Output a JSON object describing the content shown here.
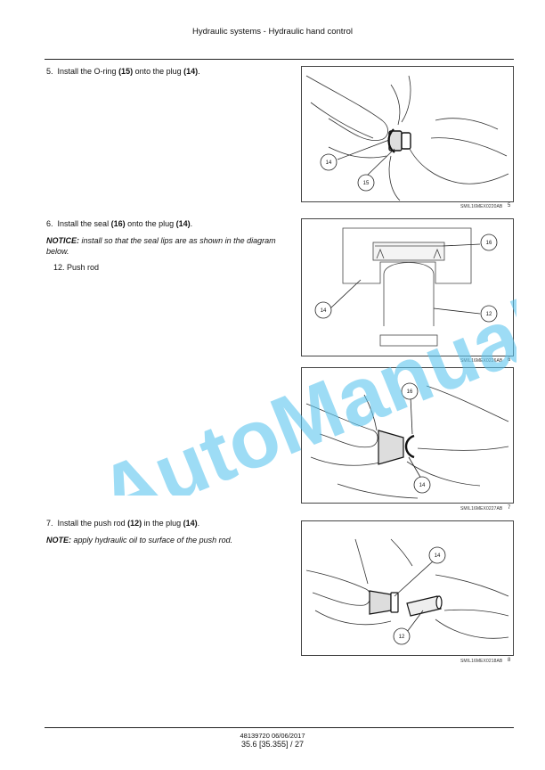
{
  "header": {
    "title": "Hydraulic systems - Hydraulic hand control"
  },
  "steps": [
    {
      "number": "5.",
      "pre": "Install the O-ring ",
      "ref1": "(15)",
      "mid": " onto the plug ",
      "ref2": "(14)",
      "post": "."
    },
    {
      "number": "6.",
      "pre": "Install the seal ",
      "ref1": "(16)",
      "mid": " onto the plug ",
      "ref2": "(14)",
      "post": "."
    },
    {
      "number": "7.",
      "pre": "Install the push rod ",
      "ref1": "(12)",
      "mid": " in the plug ",
      "ref2": "(14)",
      "post": "."
    }
  ],
  "notice": {
    "label": "NOTICE:",
    "text": " install so that the seal lips are as shown in the diagram below."
  },
  "legend": {
    "item": "12. Push rod"
  },
  "note": {
    "label": "NOTE:",
    "text": " apply hydraulic oil to surface of the push rod."
  },
  "figures": [
    {
      "code": "SMIL16MEX0220AB",
      "num": "5",
      "callouts": [
        "14",
        "15"
      ]
    },
    {
      "code": "SMIL16MEX0226AB",
      "num": "6",
      "callouts": [
        "16",
        "14",
        "12"
      ]
    },
    {
      "code": "SMIL16MEX0227AB",
      "num": "7",
      "callouts": [
        "16",
        "14"
      ]
    },
    {
      "code": "SMIL16MEX0218AB",
      "num": "8",
      "callouts": [
        "14",
        "12"
      ]
    }
  ],
  "watermark": "AutoManual",
  "footer": {
    "doc": "48139720 06/06/2017",
    "page": "35.6 [35.355] / 27"
  }
}
